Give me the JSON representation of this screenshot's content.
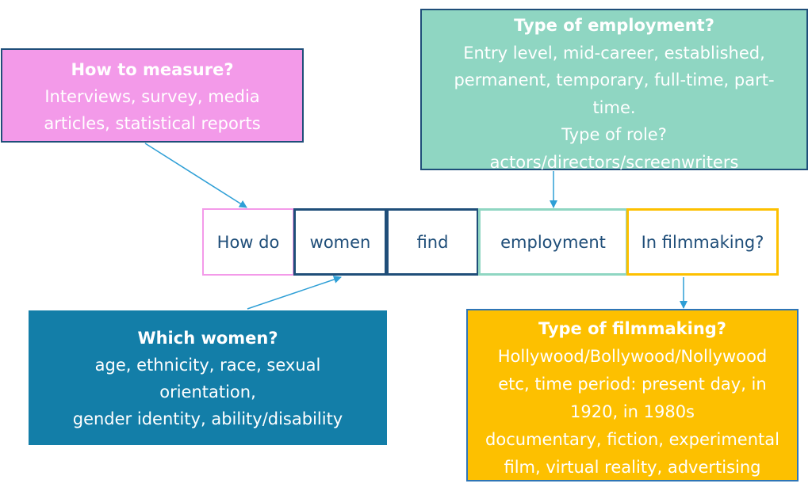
{
  "callouts": {
    "measure": {
      "title": "How to measure?",
      "lines": [
        "Interviews, survey, media",
        "articles, statistical reports"
      ]
    },
    "employment": {
      "title": "Type of employment?",
      "lines": [
        "Entry level, mid-career, established,",
        "permanent, temporary, full-time, part-",
        "time.",
        "Type of role?",
        "actors/directors/screenwriters"
      ]
    },
    "women": {
      "title": "Which women?",
      "lines": [
        "age, ethnicity, race, sexual",
        "orientation,",
        "gender identity, ability/disability"
      ]
    },
    "filmmaking": {
      "title": "Type of filmmaking?",
      "lines": [
        "Hollywood/Bollywood/Nollywood",
        "etc, time period: present day, in",
        "1920, in 1980s",
        "documentary, fiction, experimental",
        "film, virtual reality, advertising"
      ]
    }
  },
  "question": {
    "segments": [
      "How do",
      "women",
      "find",
      "employment",
      "In filmmaking?"
    ]
  },
  "colors": {
    "pink": "#f39ae9",
    "teal": "#8fd6c2",
    "blue": "#137ea8",
    "navy": "#1f4e79",
    "gold": "#fdc000",
    "arrow": "#2e9fd6"
  }
}
